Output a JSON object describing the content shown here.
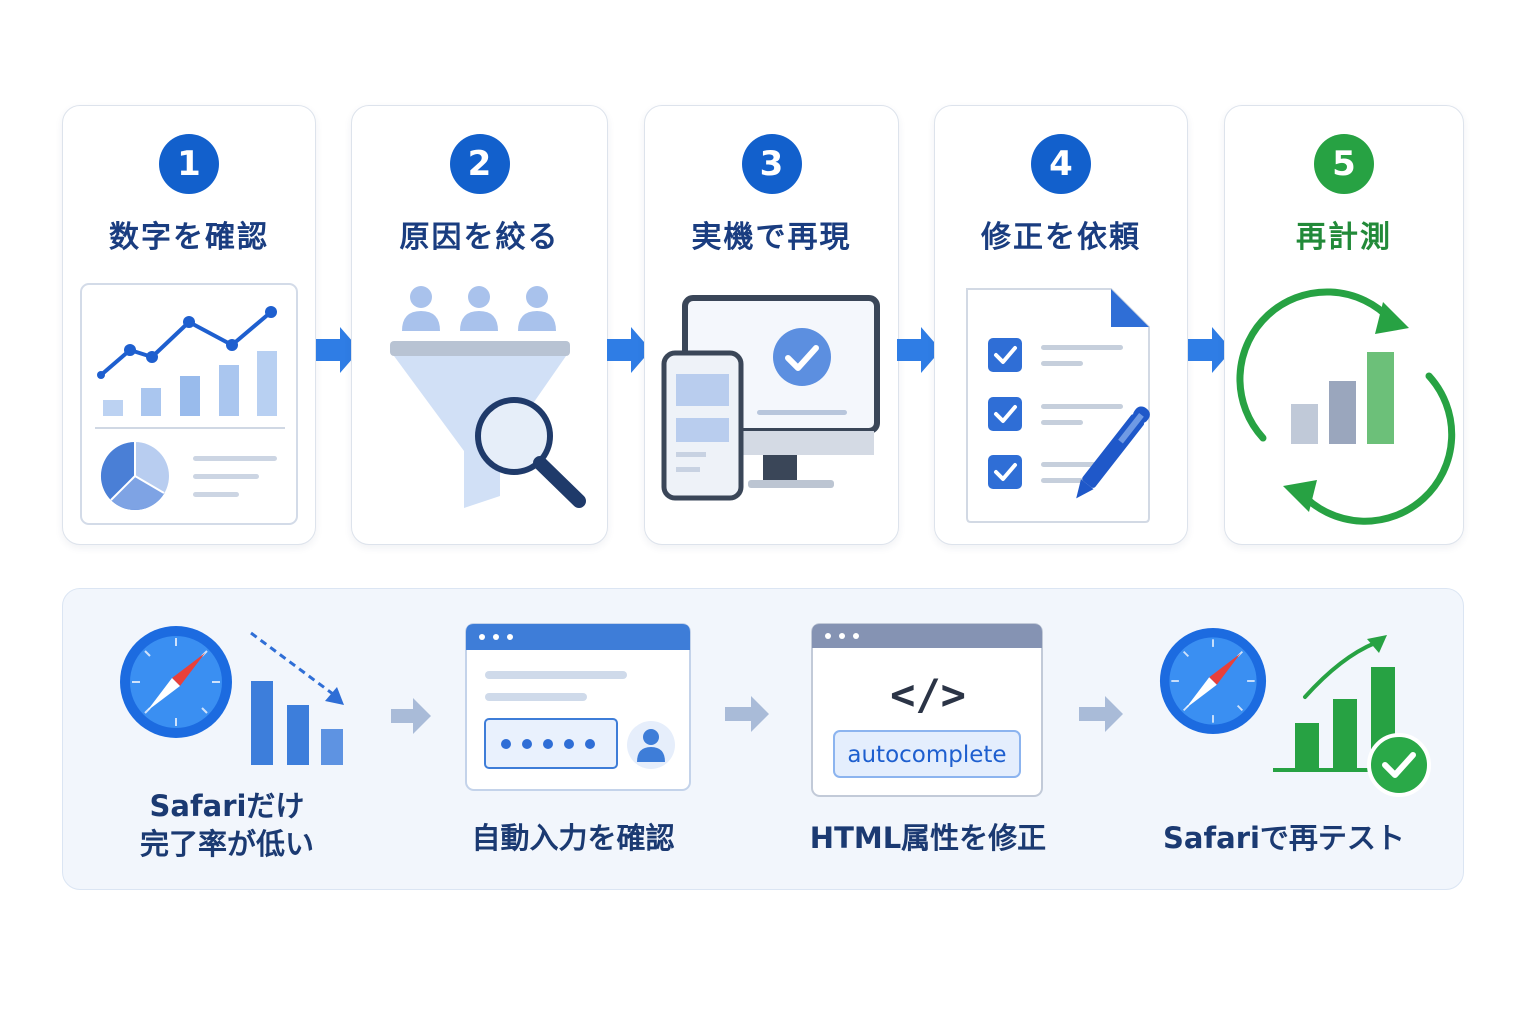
{
  "steps": [
    {
      "number": "1",
      "title": "数字を確認"
    },
    {
      "number": "2",
      "title": "原因を絞る"
    },
    {
      "number": "3",
      "title": "実機で再現"
    },
    {
      "number": "4",
      "title": "修正を依頼"
    },
    {
      "number": "5",
      "title": "再計測"
    }
  ],
  "example": {
    "items": [
      {
        "label_line1": "Safariだけ",
        "label_line2": "完了率が低い"
      },
      {
        "label": "自動入力を確認"
      },
      {
        "label": "HTML属性を修正",
        "code_symbol": "</>",
        "attribute": "autocomplete"
      },
      {
        "label": "Safariで再テスト"
      }
    ]
  },
  "colors": {
    "primary": "#1260cc",
    "navy": "#1a3d80",
    "green": "#27a243",
    "arrow": "#2f7de5",
    "soft_arrow": "#a9bbd8"
  },
  "icons": [
    "chart-dashboard-icon",
    "funnel-magnifier-icon",
    "devices-check-icon",
    "checklist-pen-icon",
    "refresh-bars-icon",
    "safari-icon",
    "login-form-icon",
    "code-window-icon"
  ]
}
